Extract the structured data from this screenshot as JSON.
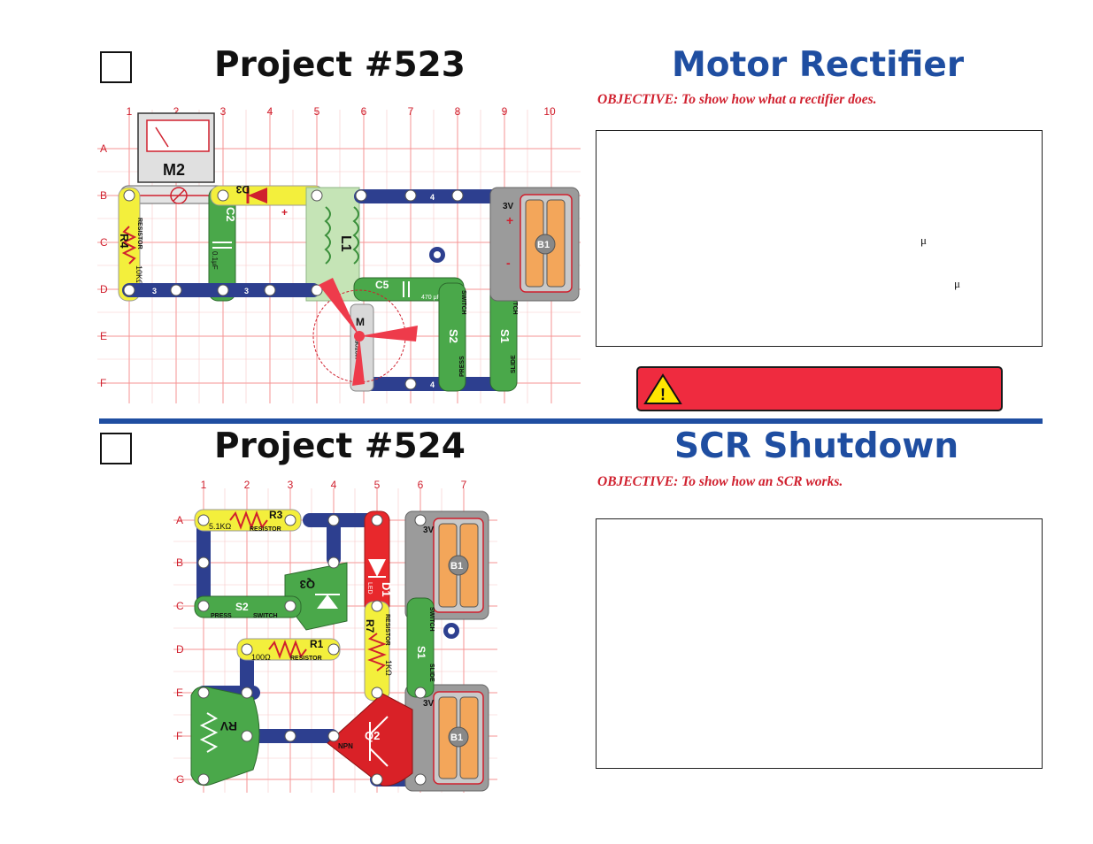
{
  "project523": {
    "title": "Project #523",
    "name": "Motor Rectifier",
    "objective": "OBJECTIVE:  To show how what a rectifier does.",
    "mu1": "μ",
    "mu2": "μ",
    "grid_cols": [
      "1",
      "2",
      "3",
      "4",
      "5",
      "6",
      "7",
      "8",
      "9",
      "10"
    ],
    "grid_rows": [
      "A",
      "B",
      "C",
      "D",
      "E",
      "F"
    ],
    "parts": {
      "meter": "M2",
      "d3": "D3",
      "r4": "R4",
      "r4_type": "RESISTOR",
      "r4_value": "10KΩ",
      "c2": "C2",
      "c2_value": "0.1μF",
      "l1": "L1",
      "c5": "C5",
      "c5_value": "470 μF",
      "s2": "S2",
      "s2_type": "PRESS",
      "s2_sw": "SWITCH",
      "s1": "S1",
      "s1_type": "SLIDE",
      "s1_sw": "SWITCH",
      "b1": "B1",
      "b1_v": "3V",
      "motor": "MOTOR",
      "m": "M"
    },
    "wires": {
      "w3a": "3",
      "w3b": "3",
      "w4a": "4",
      "w4b": "4"
    }
  },
  "project524": {
    "title": "Project #524",
    "name": "SCR Shutdown",
    "objective": "OBJECTIVE:  To show how an SCR works.",
    "grid_cols": [
      "1",
      "2",
      "3",
      "4",
      "5",
      "6",
      "7"
    ],
    "grid_rows": [
      "A",
      "B",
      "C",
      "D",
      "E",
      "F",
      "G"
    ],
    "parts": {
      "r3": "R3",
      "r3_value": "5.1KΩ",
      "resistor": "RESISTOR",
      "s2": "S2",
      "press": "PRESS",
      "switch": "SWITCH",
      "q3": "Q3",
      "d1": "D1",
      "led": "LED",
      "r1": "R1",
      "r1_value": "100Ω",
      "r7": "R7",
      "r7_value": "1KΩ",
      "s1": "S1",
      "slide": "SLIDE",
      "b1": "B1",
      "b1_v": "3V",
      "rv": "RV",
      "q2": "Q2",
      "npn": "NPN"
    }
  },
  "colors": {
    "title_blue": "#1f4ea1",
    "objective_red": "#d0202e",
    "warning_red": "#ef2b3f",
    "warning_yellow": "#ffe600",
    "grid_red": "#ee3b3b"
  }
}
